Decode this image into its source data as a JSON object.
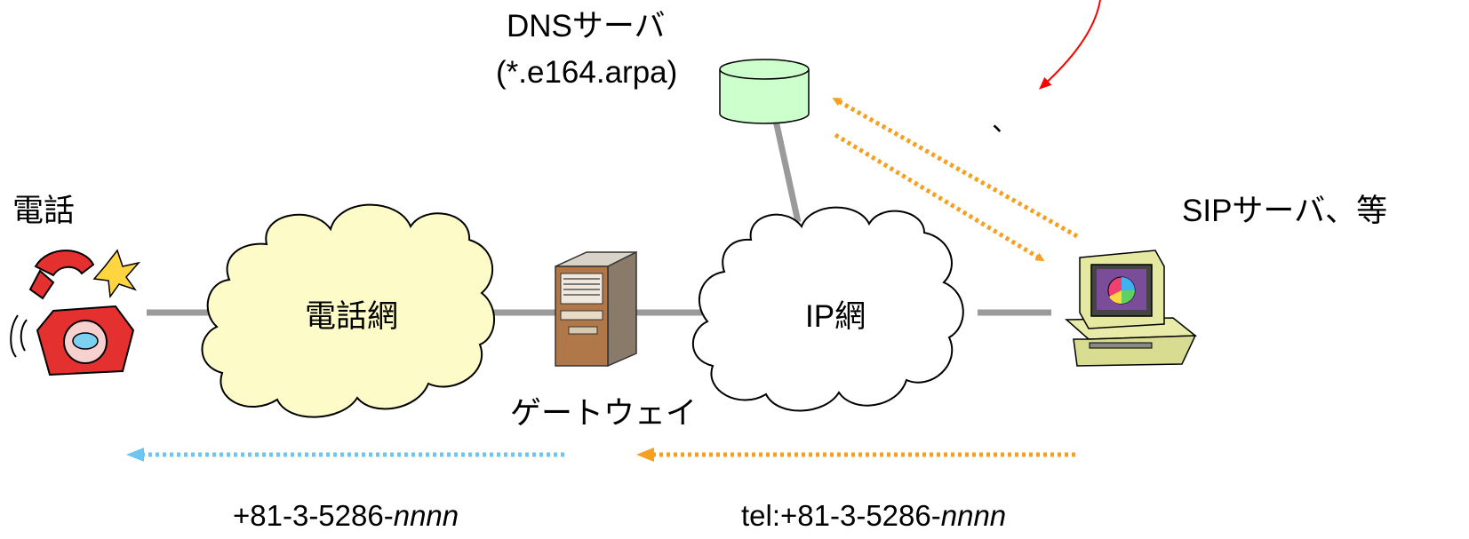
{
  "labels": {
    "dns_server": "DNSサーバ",
    "dns_zone": "(*.e164.arpa)",
    "phone": "電話",
    "sip_server": "SIPサーバ、等",
    "telephone_network": "電話網",
    "ip_network": "IP網",
    "gateway": "ゲートウェイ",
    "stray_mark": "、"
  },
  "numbers": {
    "e164_prefix": "+81-3-5286-",
    "e164_suffix": "nnnn",
    "tel_uri_prefix": "tel:+81-3-5286-",
    "tel_uri_suffix": "nnnn"
  },
  "colors": {
    "cloud_phone": "#fdfbc8",
    "cloud_ip": "#ffffff",
    "db_fill": "#ccffcc",
    "link_gray": "#9a9a9a",
    "arrow_orange": "#f5a020",
    "arrow_blue": "#6ec6f0",
    "callout_red": "#ff0000"
  },
  "icons": [
    "telephone-icon",
    "gateway-server-icon",
    "computer-icon",
    "database-icon",
    "cloud-icon"
  ]
}
